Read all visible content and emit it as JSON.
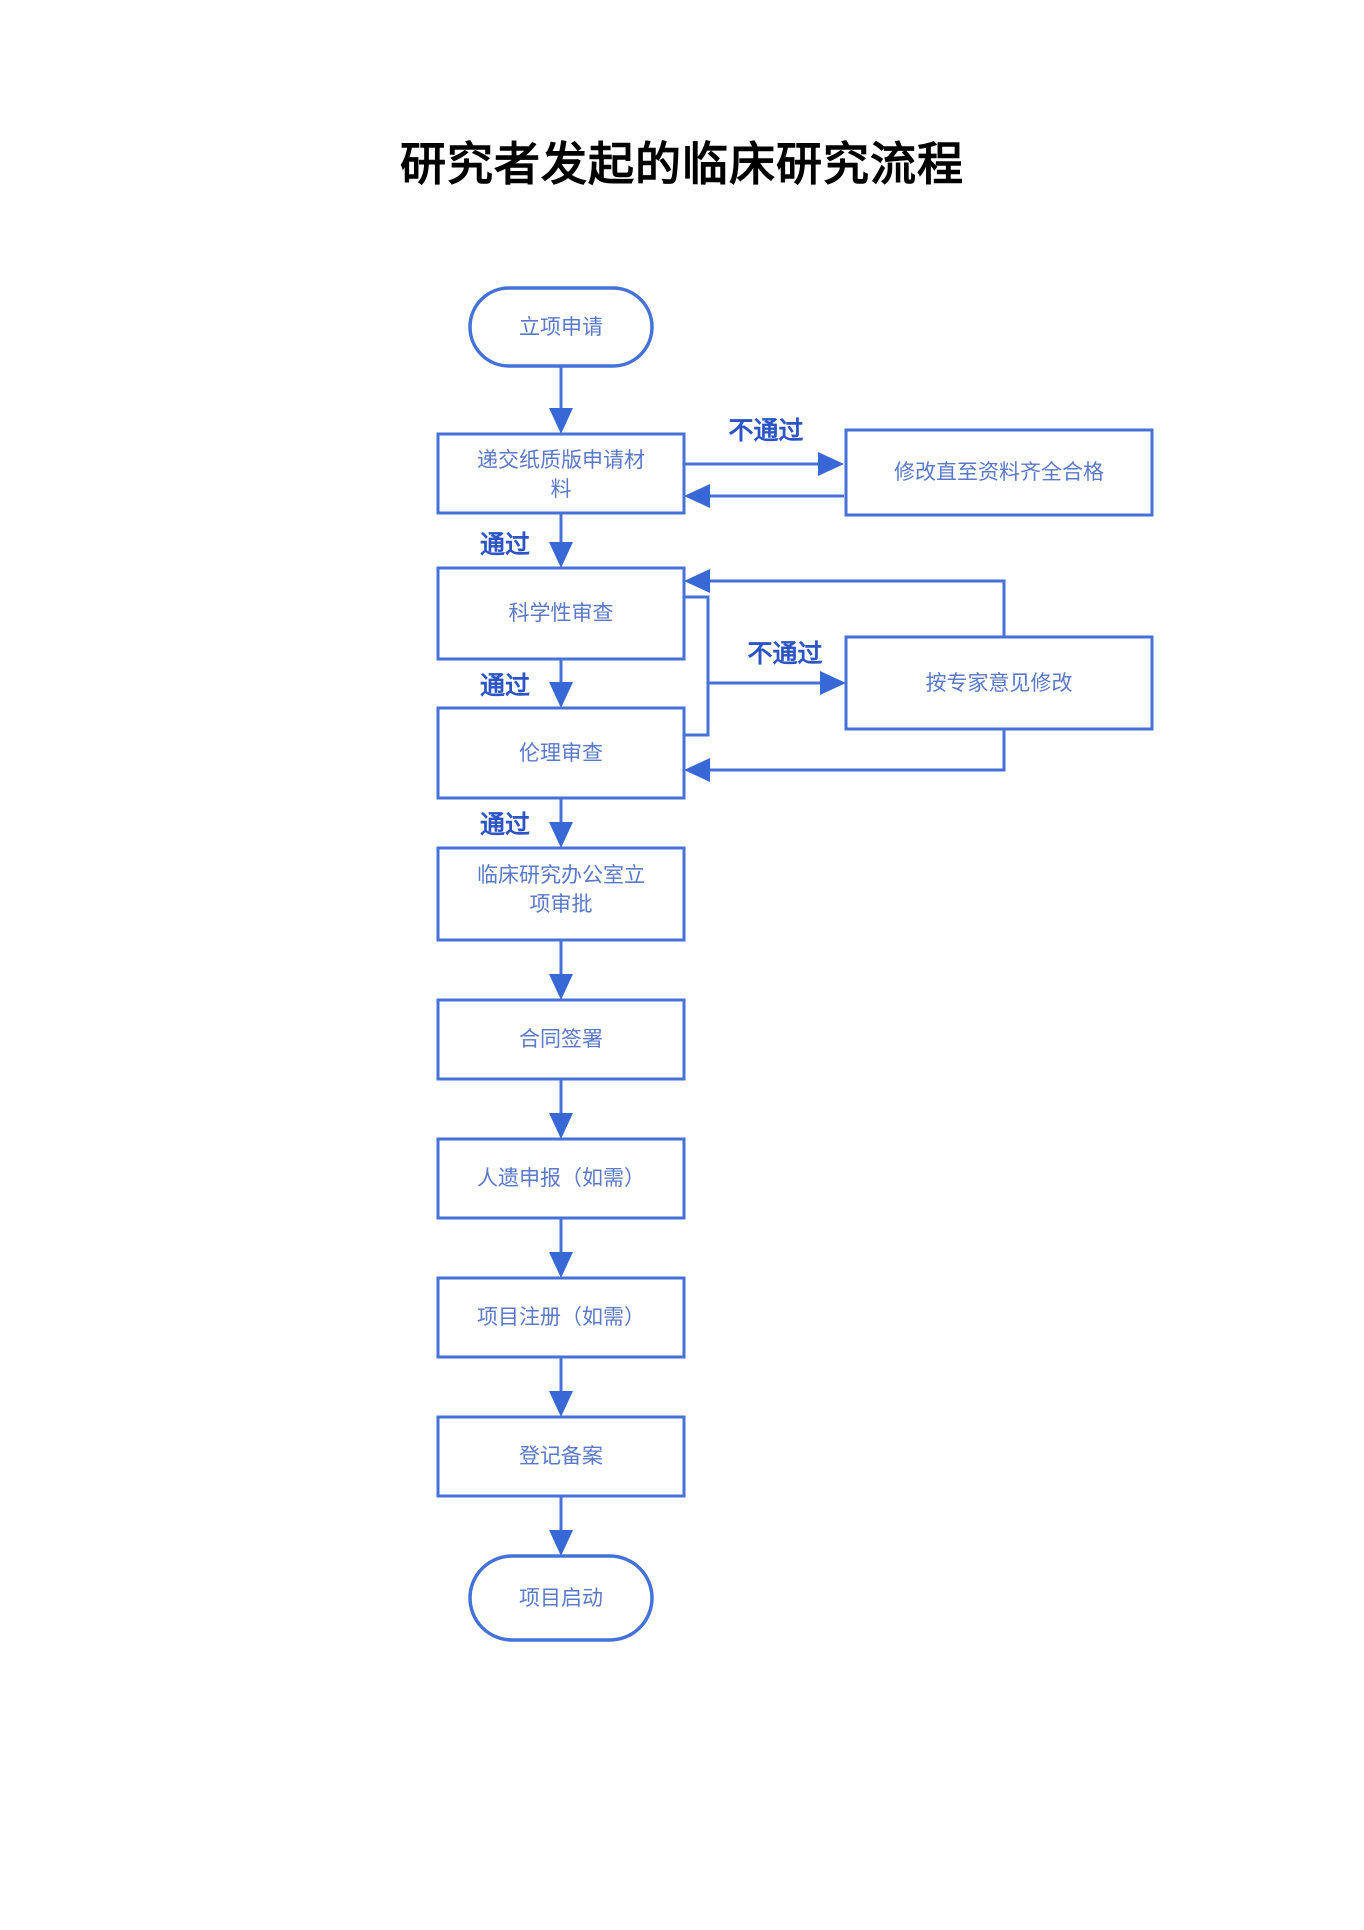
{
  "document": {
    "title": "研究者发起的临床研究流程",
    "background_color": "#ffffff"
  },
  "colors": {
    "node_stroke": "#4472d8",
    "node_fill": "#ffffff",
    "node_text": "#5b78c9",
    "edge_line": "#4472d8",
    "edge_label_text": "#2c54c4",
    "title_text": "#000000"
  },
  "chart_data": {
    "type": "diagram",
    "diagram_kind": "flowchart",
    "title": "研究者发起的临床研究流程",
    "orientation": "top-to-bottom",
    "nodes": [
      {
        "id": "n1",
        "label": "立项申请",
        "shape": "stadium",
        "column": "main"
      },
      {
        "id": "n2",
        "label": "递交纸质版申请材料",
        "shape": "rectangle",
        "column": "main"
      },
      {
        "id": "n3",
        "label": "修改直至资料齐全合格",
        "shape": "rectangle",
        "column": "right"
      },
      {
        "id": "n4",
        "label": "科学性审查",
        "shape": "rectangle",
        "column": "main"
      },
      {
        "id": "n5",
        "label": "按专家意见修改",
        "shape": "rectangle",
        "column": "right"
      },
      {
        "id": "n6",
        "label": "伦理审查",
        "shape": "rectangle",
        "column": "main"
      },
      {
        "id": "n7",
        "label": "临床研究办公室立项审批",
        "shape": "rectangle",
        "column": "main"
      },
      {
        "id": "n8",
        "label": "合同签署",
        "shape": "rectangle",
        "column": "main"
      },
      {
        "id": "n9",
        "label": "人遗申报（如需）",
        "shape": "rectangle",
        "column": "main"
      },
      {
        "id": "n10",
        "label": "项目注册（如需）",
        "shape": "rectangle",
        "column": "main"
      },
      {
        "id": "n11",
        "label": "登记备案",
        "shape": "rectangle",
        "column": "main"
      },
      {
        "id": "n12",
        "label": "项目启动",
        "shape": "stadium",
        "column": "main"
      }
    ],
    "edges": [
      {
        "from": "n1",
        "to": "n2",
        "label": "",
        "direction": "down"
      },
      {
        "from": "n2",
        "to": "n3",
        "label": "不通过",
        "direction": "right"
      },
      {
        "from": "n3",
        "to": "n2",
        "label": "",
        "direction": "left"
      },
      {
        "from": "n2",
        "to": "n4",
        "label": "通过",
        "direction": "down"
      },
      {
        "from": "n4",
        "to": "n5",
        "label": "不通过",
        "direction": "right"
      },
      {
        "from": "n5",
        "to": "n4",
        "label": "",
        "direction": "left"
      },
      {
        "from": "n4",
        "to": "n6",
        "label": "通过",
        "direction": "down"
      },
      {
        "from": "n6",
        "to": "n5",
        "label": "",
        "direction": "right"
      },
      {
        "from": "n5",
        "to": "n6",
        "label": "",
        "direction": "left"
      },
      {
        "from": "n6",
        "to": "n7",
        "label": "通过",
        "direction": "down"
      },
      {
        "from": "n7",
        "to": "n8",
        "label": "",
        "direction": "down"
      },
      {
        "from": "n8",
        "to": "n9",
        "label": "",
        "direction": "down"
      },
      {
        "from": "n9",
        "to": "n10",
        "label": "",
        "direction": "down"
      },
      {
        "from": "n10",
        "to": "n11",
        "label": "",
        "direction": "down"
      },
      {
        "from": "n11",
        "to": "n12",
        "label": "",
        "direction": "down"
      }
    ],
    "edge_labels": {
      "pass": "通过",
      "fail": "不通过"
    }
  },
  "labels": {
    "fail_1": "不通过",
    "pass_1": "通过",
    "fail_2": "不通过",
    "pass_2": "通过",
    "pass_3": "通过"
  }
}
